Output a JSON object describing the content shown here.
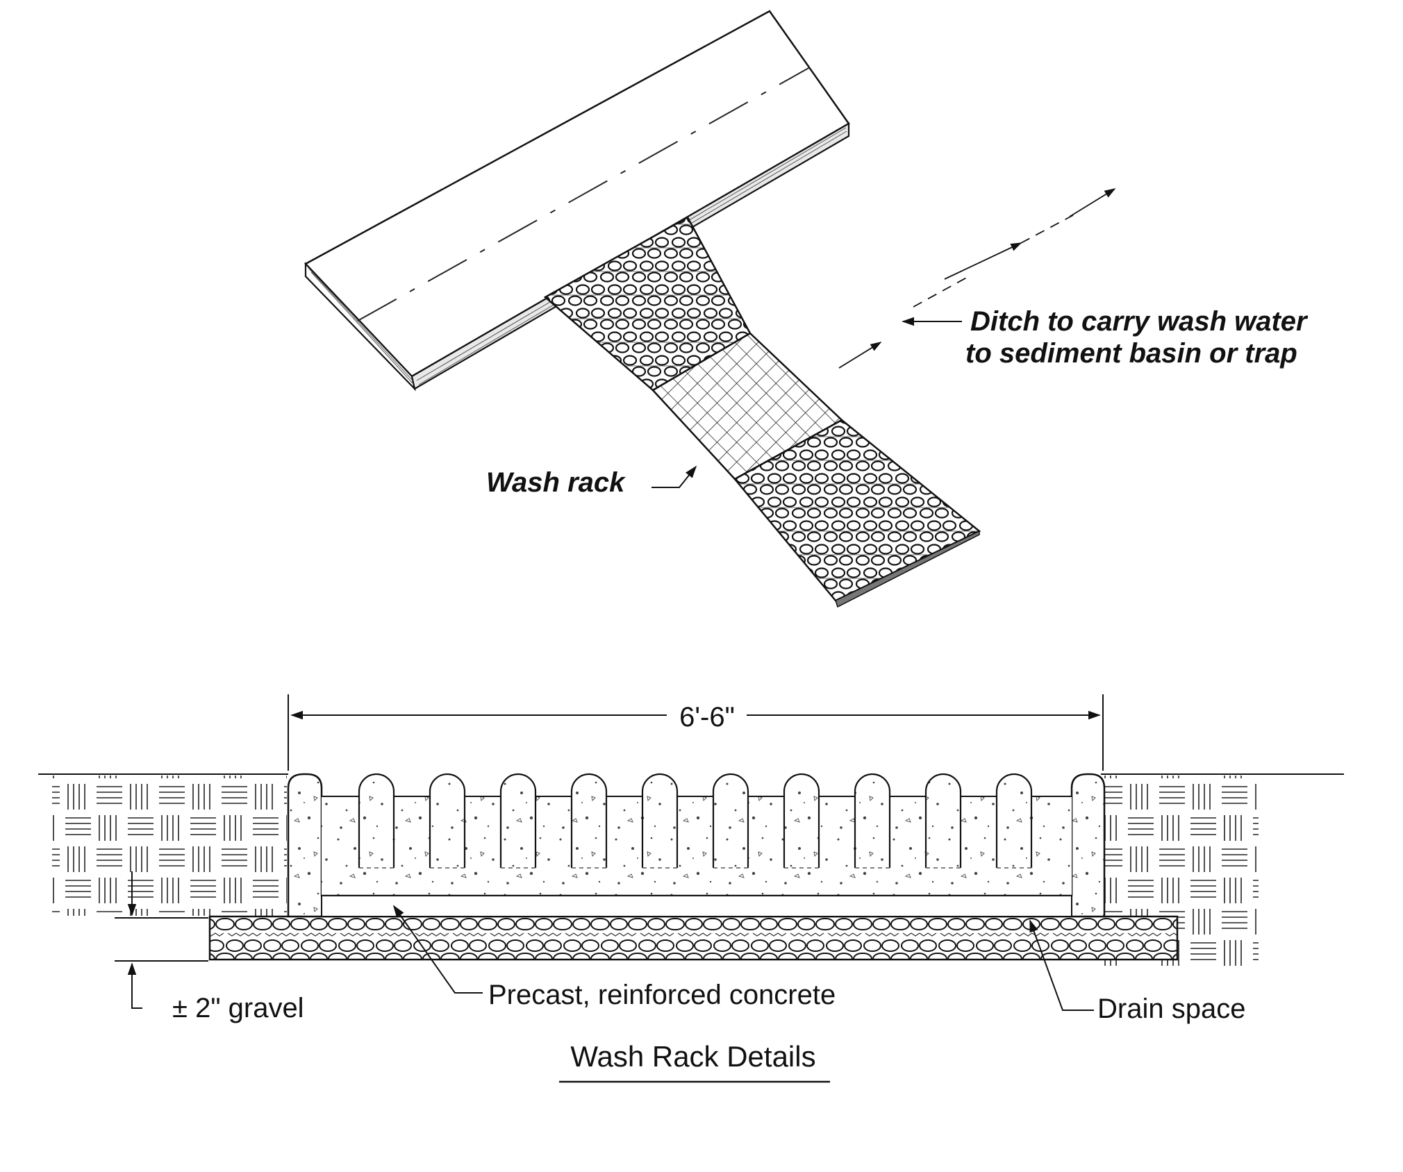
{
  "isometric_view": {
    "ditch_label_line1": "Ditch to carry wash water",
    "ditch_label_line2": "to sediment basin or trap",
    "wash_rack_label": "Wash rack"
  },
  "section_view": {
    "width_dimension": "6'-6\"",
    "gravel_label": "± 2\" gravel",
    "concrete_label": "Precast, reinforced concrete",
    "drain_label": "Drain space",
    "title": "Wash Rack Details"
  }
}
